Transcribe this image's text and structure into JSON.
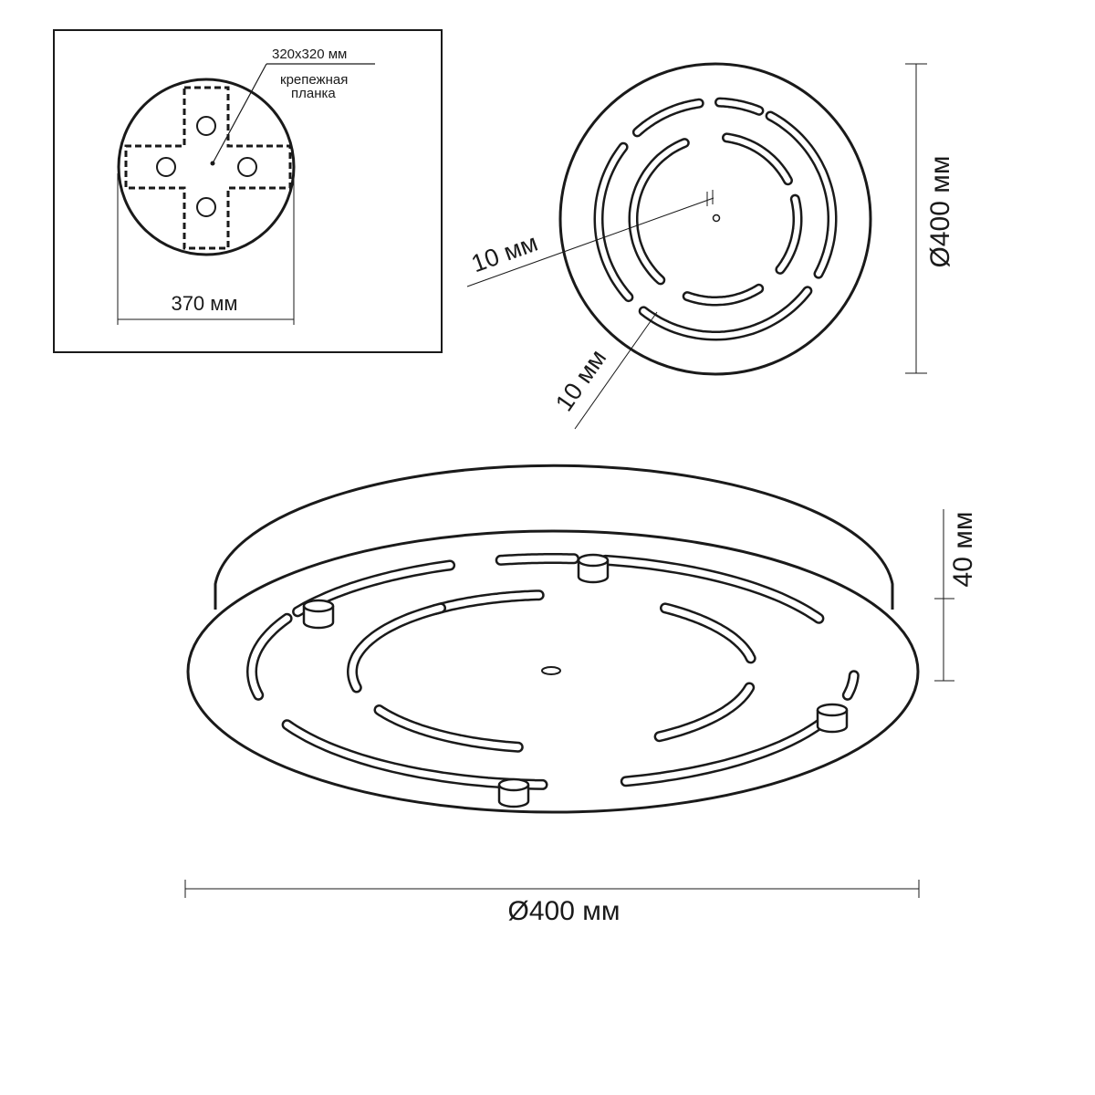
{
  "inset": {
    "plate_size_label": "320x320 мм",
    "bracket_label_line1": "крепежная",
    "bracket_label_line2": "планка",
    "width_label": "370 мм"
  },
  "top_view": {
    "diameter_label": "Ø400 мм",
    "slot_width_label": "10 мм",
    "gap_label": "10 мм"
  },
  "perspective_view": {
    "height_label": "40 мм",
    "diameter_label": "Ø400 мм"
  },
  "colors": {
    "line": "#1a1a1a",
    "background": "#ffffff"
  }
}
